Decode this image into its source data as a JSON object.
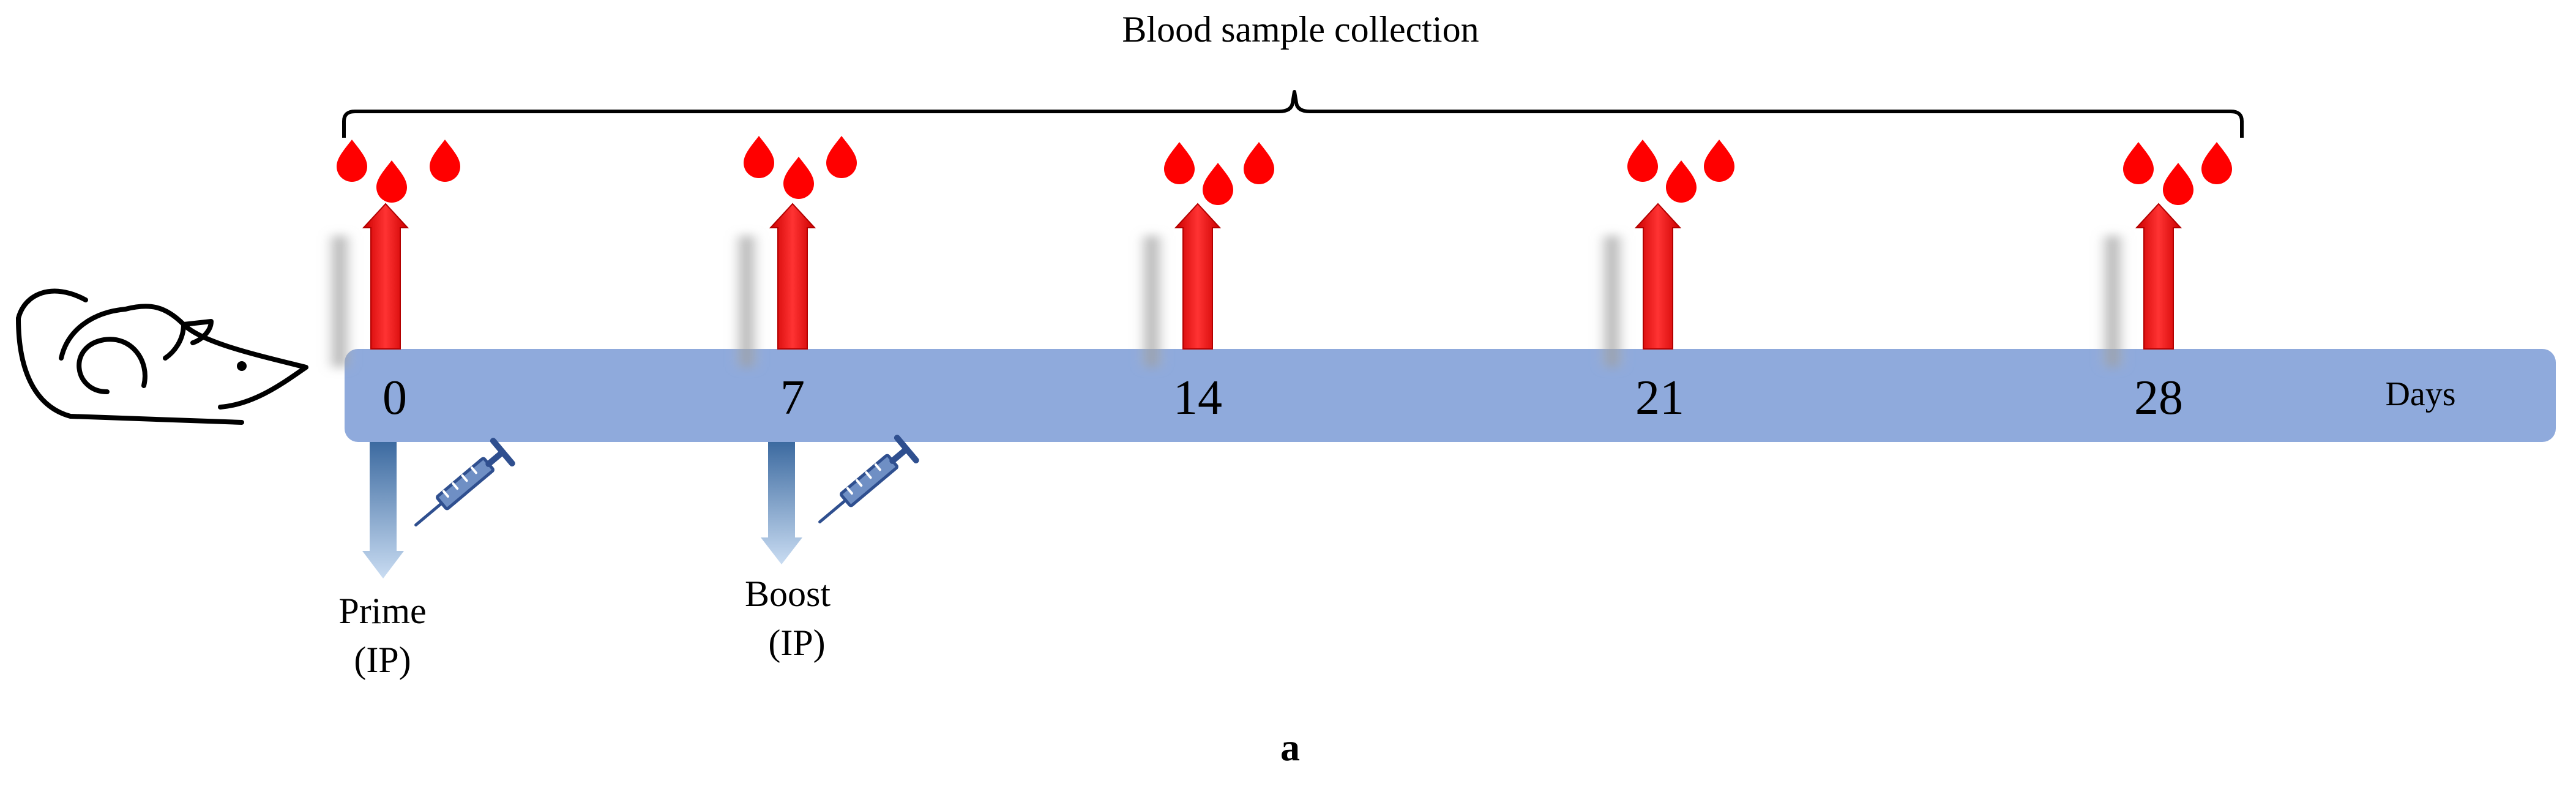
{
  "header": {
    "label": "Blood sample collection"
  },
  "timeline": {
    "unit_label": "Days",
    "days": [
      "0",
      "7",
      "14",
      "21",
      "28"
    ]
  },
  "injections": [
    {
      "day": "0",
      "line1": "Prime",
      "line2": "(IP)"
    },
    {
      "day": "7",
      "line1": "Boost",
      "line2": "(IP)"
    }
  ],
  "panel": {
    "label": "a"
  },
  "icons": {
    "subject": "mouse-icon",
    "sample": "blood-drops-icon",
    "injection": "syringe-icon"
  },
  "colors": {
    "timeline_bar": "#8faadc",
    "sample_arrow": "#ff0000",
    "blood_drop": "#ff0000",
    "injection_arrow": "#4a73a8",
    "syringe": "#2f4f8f"
  }
}
